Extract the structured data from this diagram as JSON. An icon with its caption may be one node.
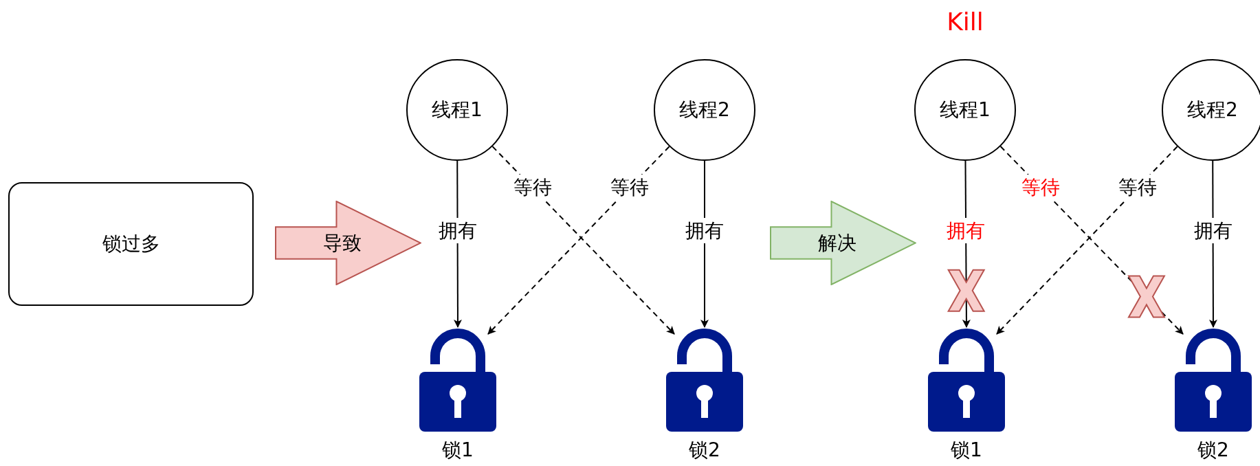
{
  "diagram": {
    "nodes": [
      {
        "text": [
          "锁过多"
        ]
      },
      {
        "text": [
          "线程1"
        ]
      },
      {
        "text": [
          "线程2"
        ]
      },
      {
        "text": [],
        "shape": "lock",
        "beside": [
          "锁1"
        ]
      },
      {
        "text": [],
        "shape": "lock",
        "beside": [
          "锁2"
        ]
      },
      {
        "text": [
          "线程1"
        ],
        "beside": [
          "Kill"
        ]
      },
      {
        "text": [
          "线程2"
        ]
      },
      {
        "text": [],
        "shape": "lock",
        "beside": [
          "锁1"
        ]
      },
      {
        "text": [],
        "shape": "lock",
        "beside": [
          "锁2"
        ]
      }
    ],
    "edges": [
      {
        "from": 0,
        "to": 1,
        "arrow": "to",
        "label": "导致",
        "style": "thick",
        "color": "#f8cecc"
      },
      {
        "from": 1,
        "to": 3,
        "arrow": "to",
        "label": "拥有"
      },
      {
        "from": 1,
        "to": 4,
        "arrow": "to",
        "label": "等待",
        "style": "dashed"
      },
      {
        "from": 2,
        "to": 3,
        "arrow": "to",
        "label": "等待",
        "style": "dashed"
      },
      {
        "from": 2,
        "to": 4,
        "arrow": "to",
        "label": "拥有"
      },
      {
        "from": 2,
        "to": 5,
        "arrow": "to",
        "label": "解决",
        "style": "thick",
        "color": "#d5e8d4"
      },
      {
        "from": 5,
        "to": 7,
        "arrow": "to",
        "label": "拥有"
      },
      {
        "from": 5,
        "to": 8,
        "arrow": "to",
        "label": "等待",
        "style": "dashed"
      },
      {
        "from": 6,
        "to": 7,
        "arrow": "to",
        "label": "等待",
        "style": "dashed"
      },
      {
        "from": 6,
        "to": 8,
        "arrow": "to",
        "label": "拥有"
      }
    ]
  }
}
